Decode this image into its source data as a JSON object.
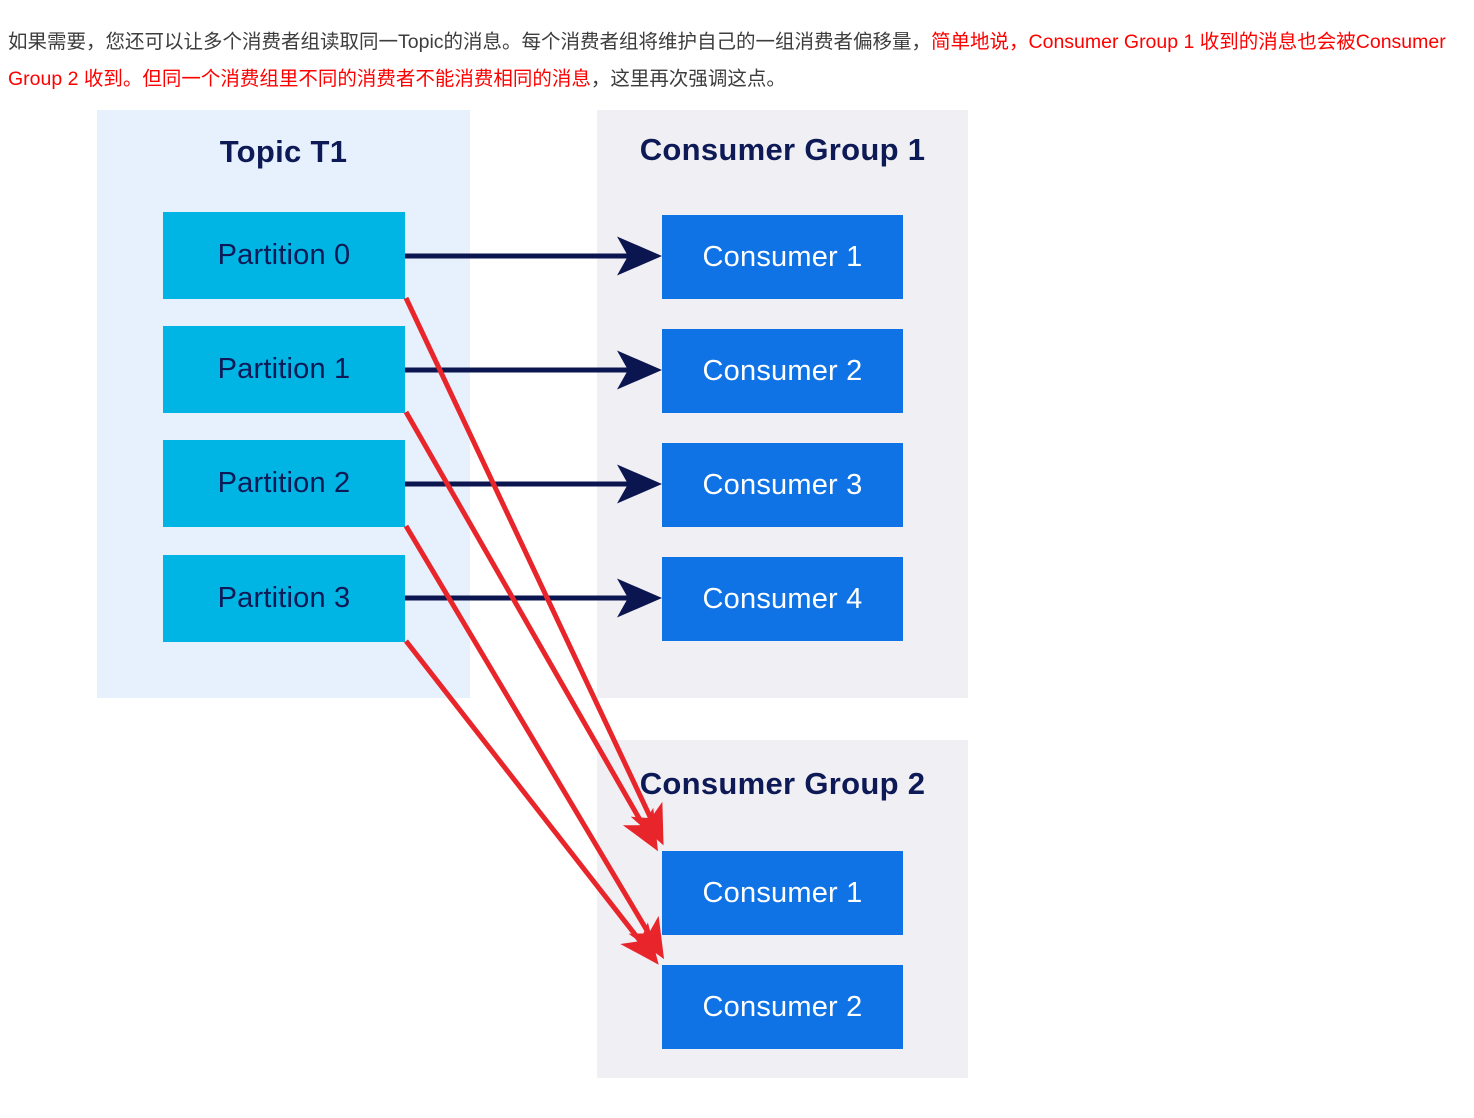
{
  "header": {
    "segments": [
      {
        "text": "如果需要，您还可以让多个消费者组读取同一Topic的消息。每个消费者组将维护自己的一组消费者偏移量，",
        "color": "black"
      },
      {
        "text": "简单地说，Consumer Group 1 收到的消息也会被Consumer Group 2 收到。但同一个消费组里不同的消费者不能消费相同的消息",
        "color": "red"
      },
      {
        "text": "，这里再次强调这点。",
        "color": "black"
      }
    ],
    "colors": {
      "black": "#3d3d3d",
      "red": "#ff0000"
    }
  },
  "diagram": {
    "type": "kafka-consumer-group-diagram",
    "colors": {
      "topic_panel_bg": "#e7f0fd",
      "group_panel_bg": "#f0eff4",
      "partition_fill": "#00b4e4",
      "consumer_fill": "#0f72e5",
      "title_text": "#0d1a56",
      "partition_text": "#0d1a56",
      "consumer_text": "#ffffff",
      "arrow_group1": "#0b1550",
      "arrow_group2": "#e8252a"
    },
    "topic": {
      "title": "Topic T1",
      "partitions": [
        {
          "label": "Partition 0"
        },
        {
          "label": "Partition 1"
        },
        {
          "label": "Partition 2"
        },
        {
          "label": "Partition 3"
        }
      ]
    },
    "groups": [
      {
        "title": "Consumer Group 1",
        "consumers": [
          {
            "label": "Consumer 1"
          },
          {
            "label": "Consumer 2"
          },
          {
            "label": "Consumer 3"
          },
          {
            "label": "Consumer 4"
          }
        ]
      },
      {
        "title": "Consumer Group 2",
        "consumers": [
          {
            "label": "Consumer 1"
          },
          {
            "label": "Consumer 2"
          }
        ]
      }
    ],
    "connections": {
      "group1": [
        {
          "from": "Partition 0",
          "to": "Consumer 1",
          "color": "#0b1550"
        },
        {
          "from": "Partition 1",
          "to": "Consumer 2",
          "color": "#0b1550"
        },
        {
          "from": "Partition 2",
          "to": "Consumer 3",
          "color": "#0b1550"
        },
        {
          "from": "Partition 3",
          "to": "Consumer 4",
          "color": "#0b1550"
        }
      ],
      "group2": [
        {
          "from": "Partition 0",
          "to": "Consumer 1",
          "color": "#e8252a"
        },
        {
          "from": "Partition 1",
          "to": "Consumer 1",
          "color": "#e8252a"
        },
        {
          "from": "Partition 2",
          "to": "Consumer 2",
          "color": "#e8252a"
        },
        {
          "from": "Partition 3",
          "to": "Consumer 2",
          "color": "#e8252a"
        }
      ]
    }
  }
}
